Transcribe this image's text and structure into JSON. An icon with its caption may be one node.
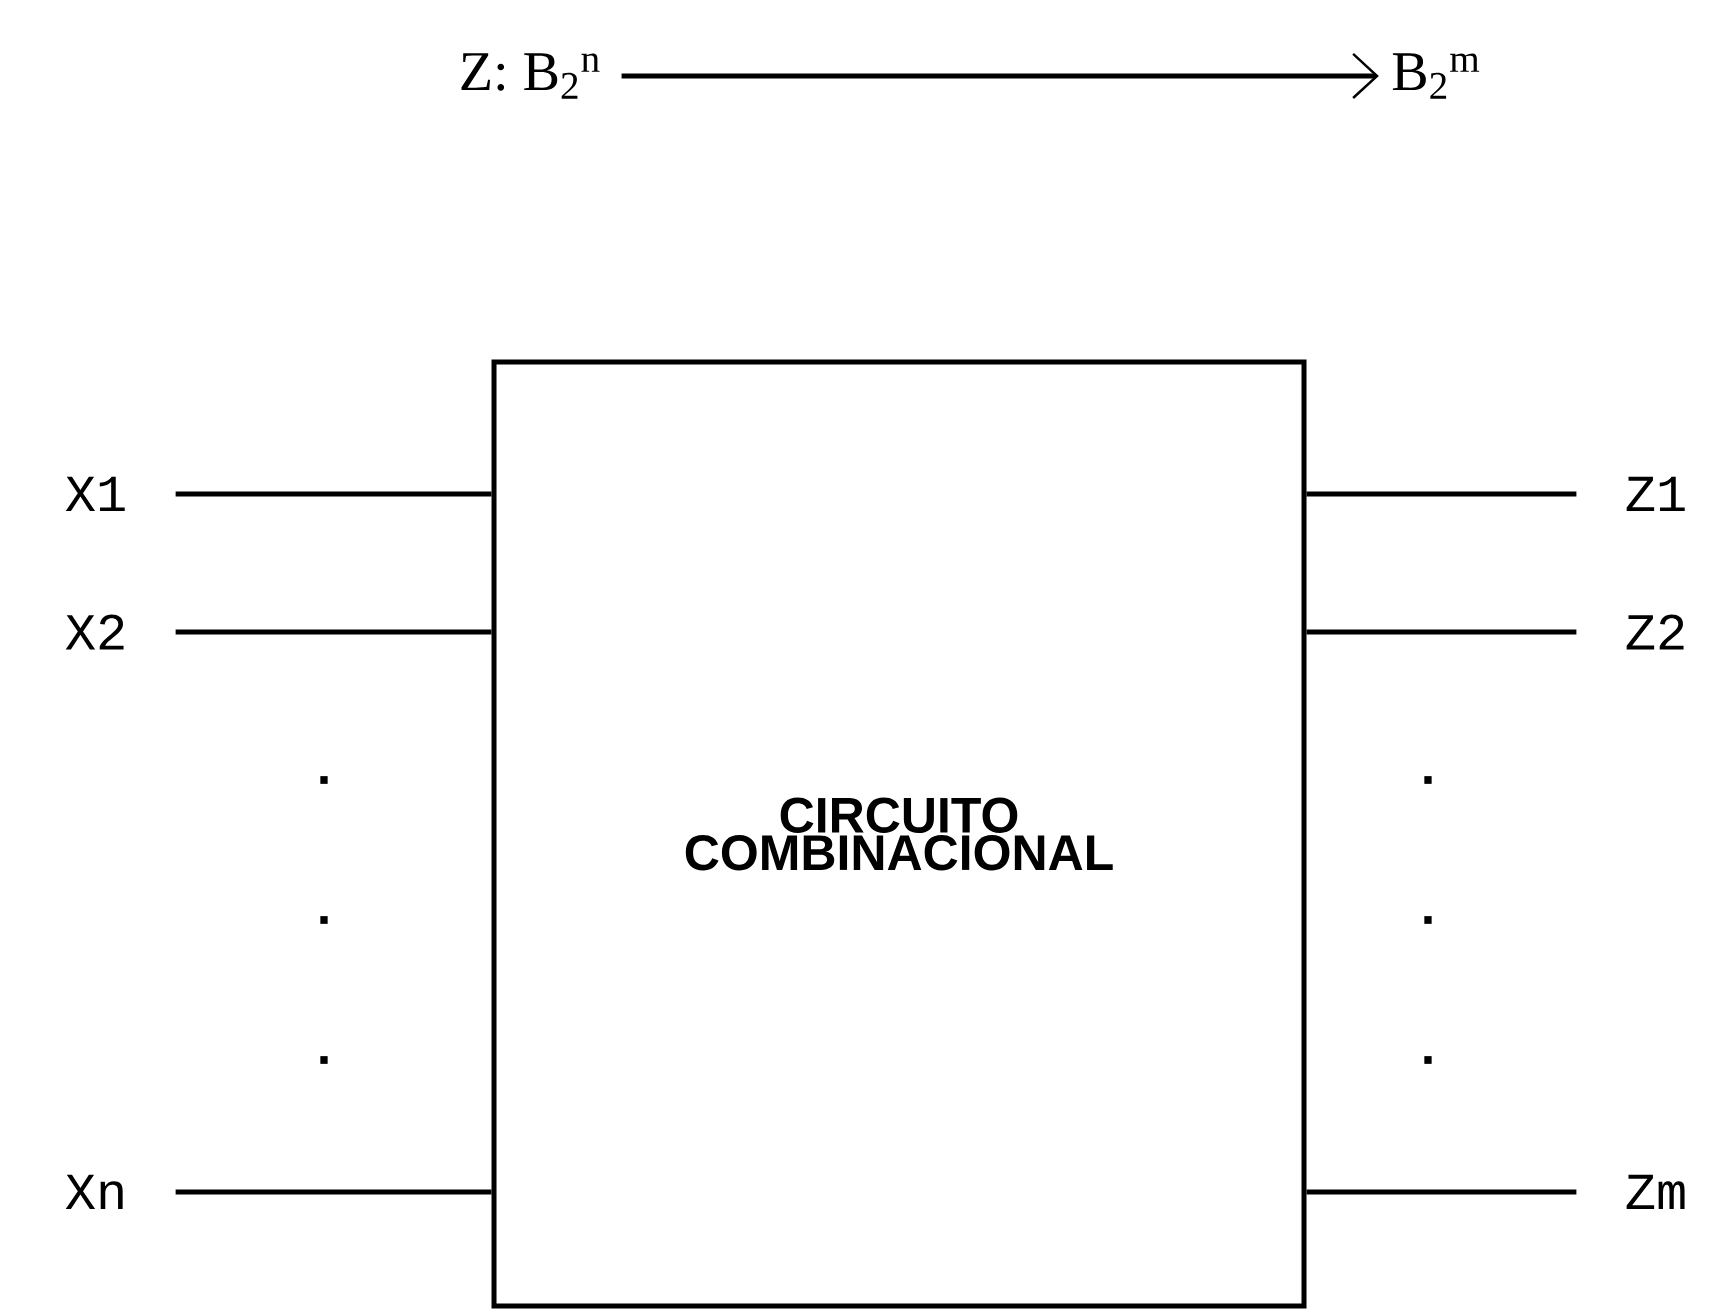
{
  "diagram": {
    "nodes": [
      {
        "text": [
          "Z: B$_{2}$$^{n}$"
        ]
      },
      {
        "text": [
          "B$_{2}$$^{m}$"
        ]
      },
      {
        "text": [
          "CIRCUITO COMBINACIONAL"
        ]
      },
      {
        "text": [
          "X1"
        ]
      },
      {
        "text": [
          "X2"
        ]
      },
      {
        "text": [
          "Xn"
        ]
      },
      {
        "text": [
          "Z1"
        ]
      },
      {
        "text": [
          "Z2"
        ]
      },
      {
        "text": [
          "Zm"
        ]
      }
    ],
    "edges": [
      {
        "from": 0,
        "to": 1,
        "arrow": "to"
      },
      {
        "from": 3,
        "to": 2,
        "arrow": "none"
      },
      {
        "from": 4,
        "to": 2,
        "arrow": "none"
      },
      {
        "from": 5,
        "to": 2,
        "arrow": "none"
      },
      {
        "from": 2,
        "to": 6,
        "arrow": "none"
      },
      {
        "from": 2,
        "to": 7,
        "arrow": "none"
      },
      {
        "from": 2,
        "to": 8,
        "arrow": "none"
      }
    ],
    "labels": [
      ".",
      ".",
      ".",
      ".",
      ".",
      "."
    ]
  }
}
